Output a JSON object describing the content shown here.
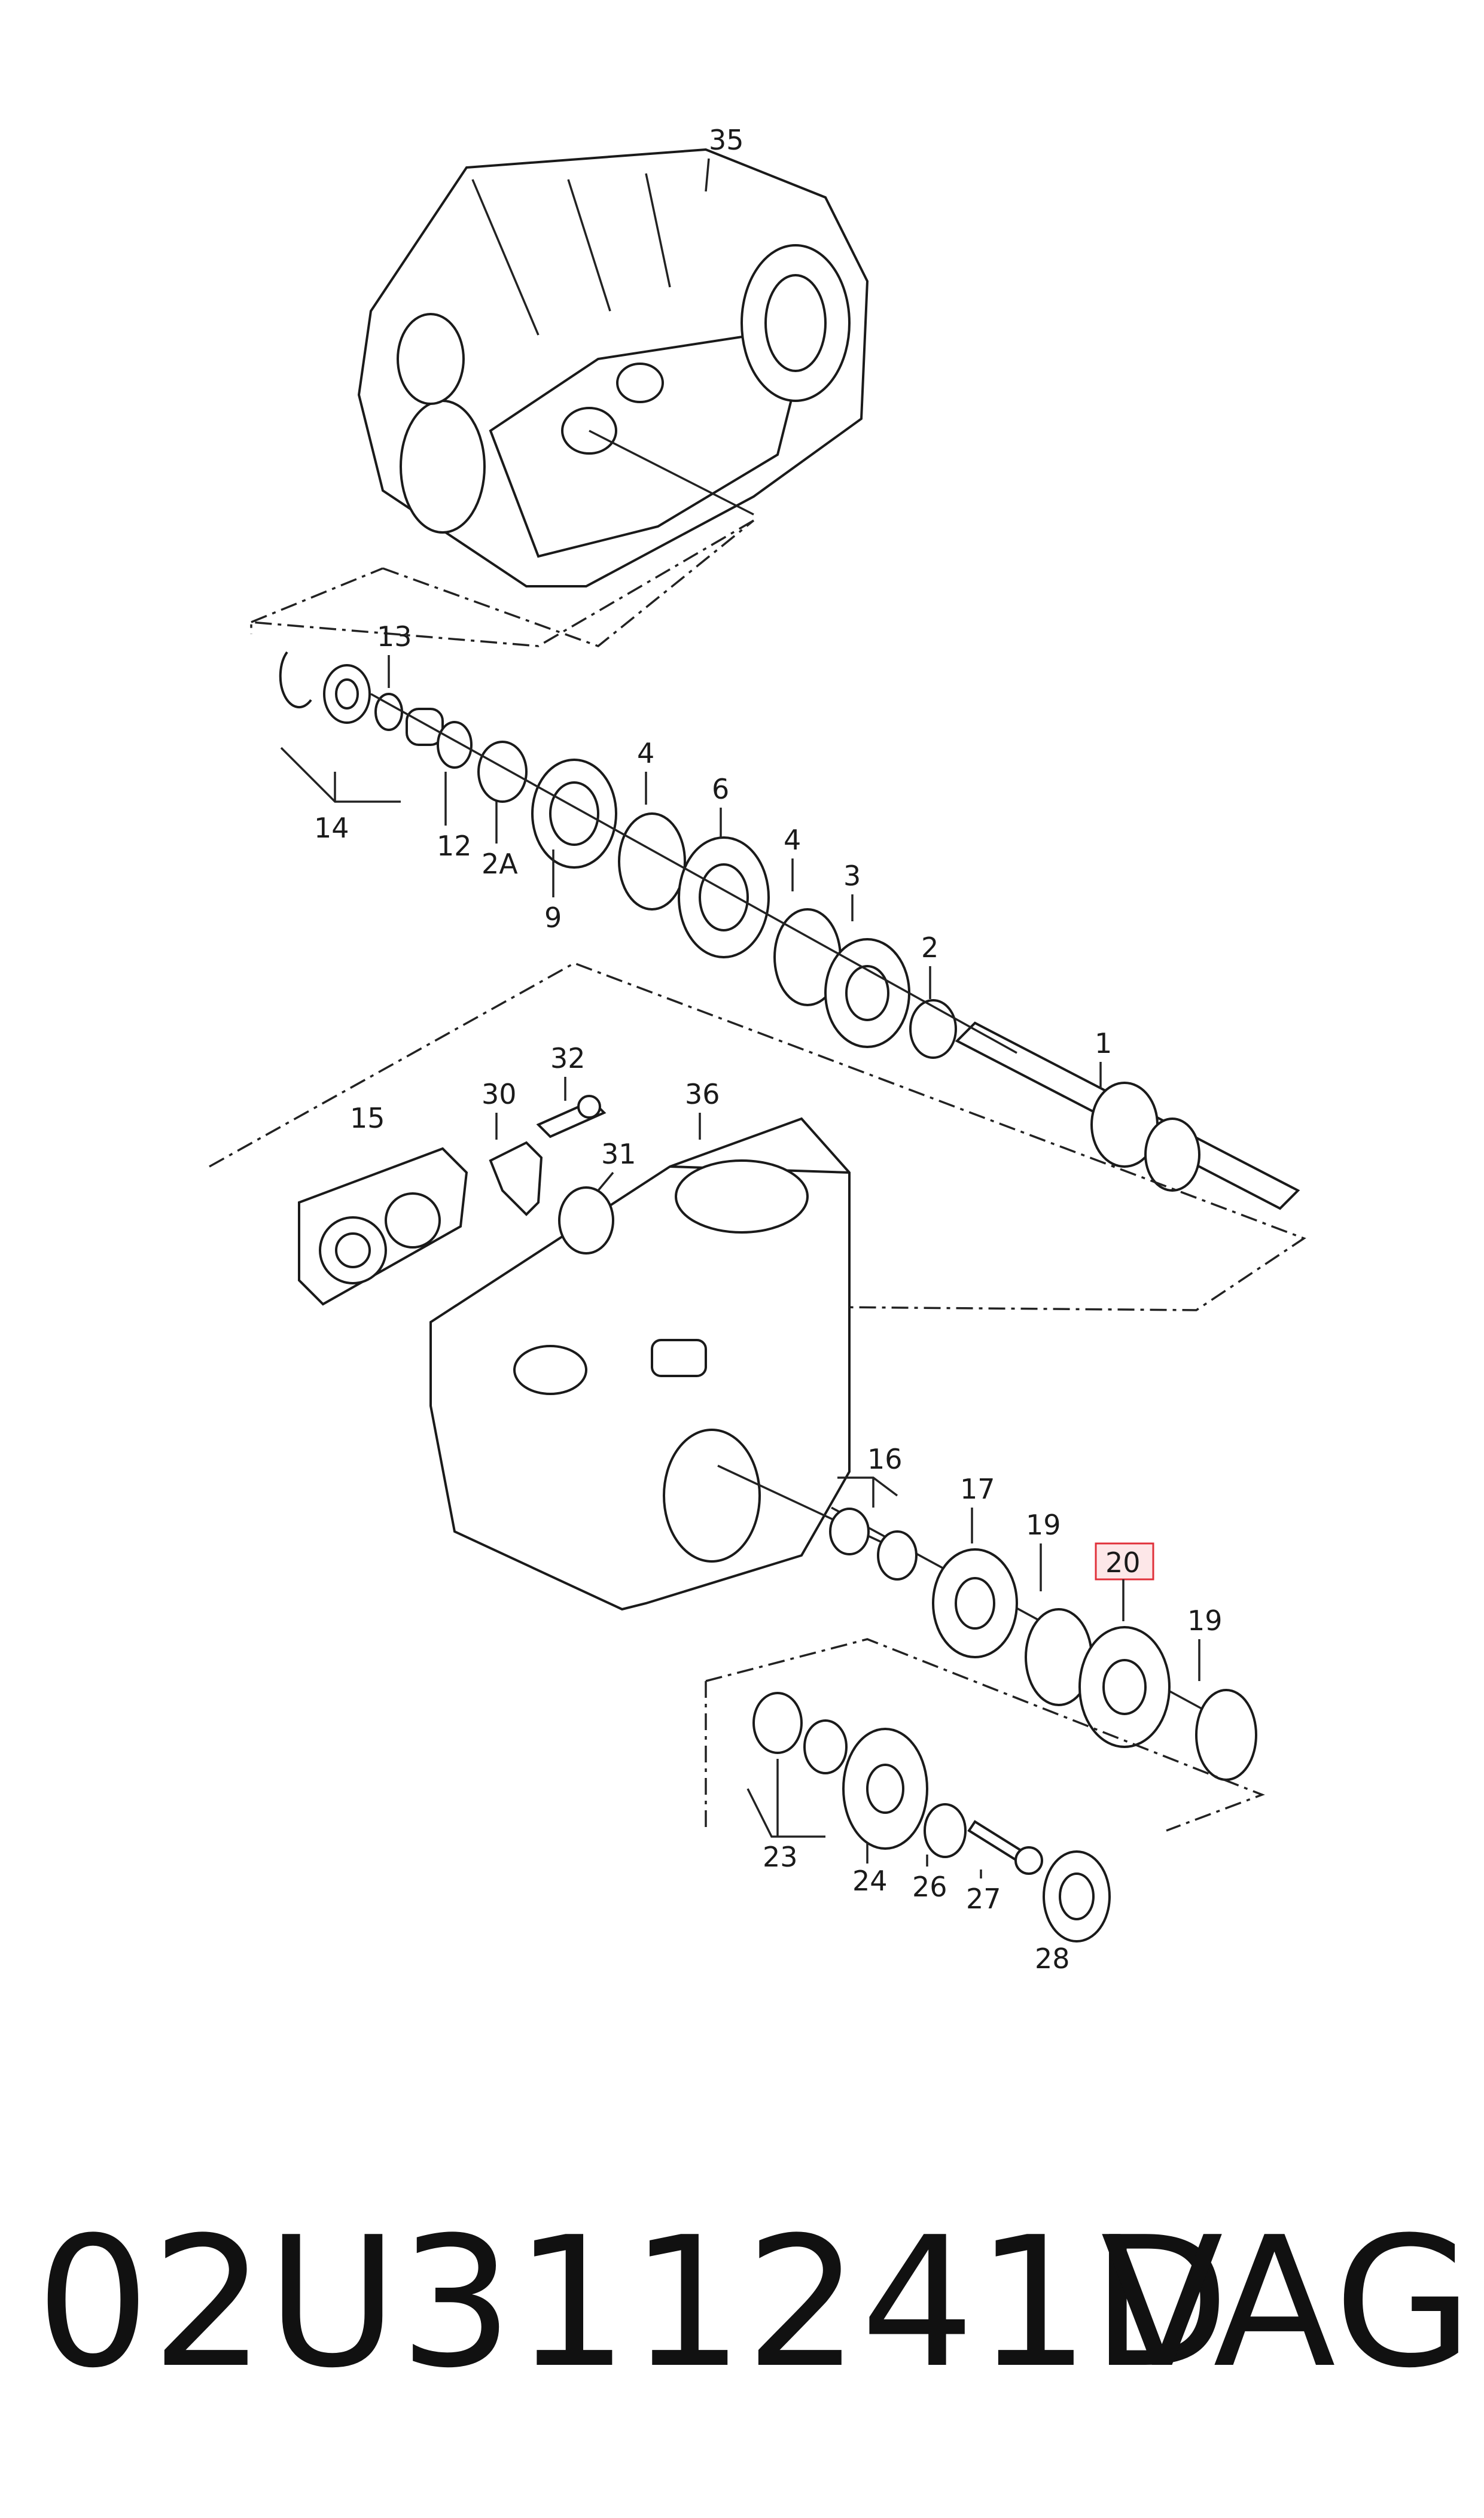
{
  "diagram": {
    "callouts": [
      {
        "id": "35",
        "text": "35"
      },
      {
        "id": "13",
        "text": "13"
      },
      {
        "id": "14",
        "text": "14"
      },
      {
        "id": "12",
        "text": "12"
      },
      {
        "id": "2A",
        "text": "2A"
      },
      {
        "id": "9",
        "text": "9"
      },
      {
        "id": "4a",
        "text": "4"
      },
      {
        "id": "6",
        "text": "6"
      },
      {
        "id": "4b",
        "text": "4"
      },
      {
        "id": "3",
        "text": "3"
      },
      {
        "id": "2",
        "text": "2"
      },
      {
        "id": "1",
        "text": "1"
      },
      {
        "id": "32",
        "text": "32"
      },
      {
        "id": "30",
        "text": "30"
      },
      {
        "id": "36",
        "text": "36"
      },
      {
        "id": "15",
        "text": "15"
      },
      {
        "id": "31",
        "text": "31"
      },
      {
        "id": "16",
        "text": "16"
      },
      {
        "id": "17",
        "text": "17"
      },
      {
        "id": "19a",
        "text": "19"
      },
      {
        "id": "20",
        "text": "20",
        "highlighted": true
      },
      {
        "id": "19b",
        "text": "19"
      },
      {
        "id": "23",
        "text": "23"
      },
      {
        "id": "24",
        "text": "24"
      },
      {
        "id": "26",
        "text": "26"
      },
      {
        "id": "27",
        "text": "27"
      },
      {
        "id": "28",
        "text": "28"
      }
    ],
    "highlight_color": "#e0303a"
  },
  "footer": {
    "part_number": "02U311241D",
    "brand": "VAG"
  }
}
